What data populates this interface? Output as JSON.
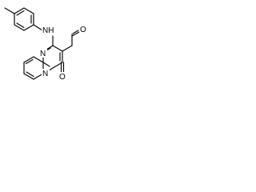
{
  "molecule": {
    "atoms": {
      "nh": "NH",
      "n_ring": "N",
      "n_bridge": "N",
      "o_carbonyl": "O",
      "o_aldehyde": "O"
    }
  }
}
